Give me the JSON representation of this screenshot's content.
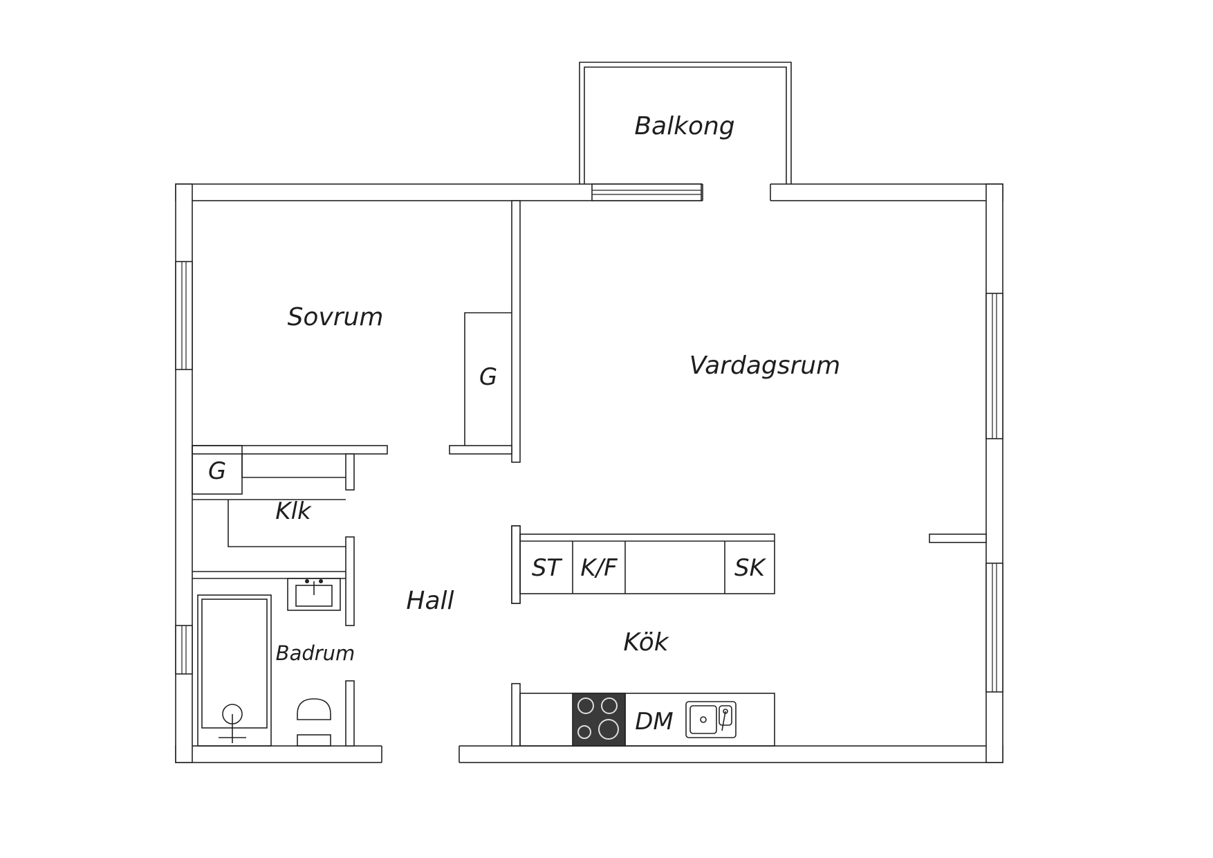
{
  "rooms": {
    "balkong": "Balkong",
    "sovrum": "Sovrum",
    "vardagsrum": "Vardagsrum",
    "klk": "Klk",
    "hall": "Hall",
    "badrum": "Badrum",
    "kok": "Kök"
  },
  "storage": {
    "closet_bedroom": "G",
    "closet_small": "G"
  },
  "kitchen_units": {
    "stove": "ST",
    "fridge": "K/F",
    "cabinet": "SK",
    "dishwasher": "DM"
  }
}
